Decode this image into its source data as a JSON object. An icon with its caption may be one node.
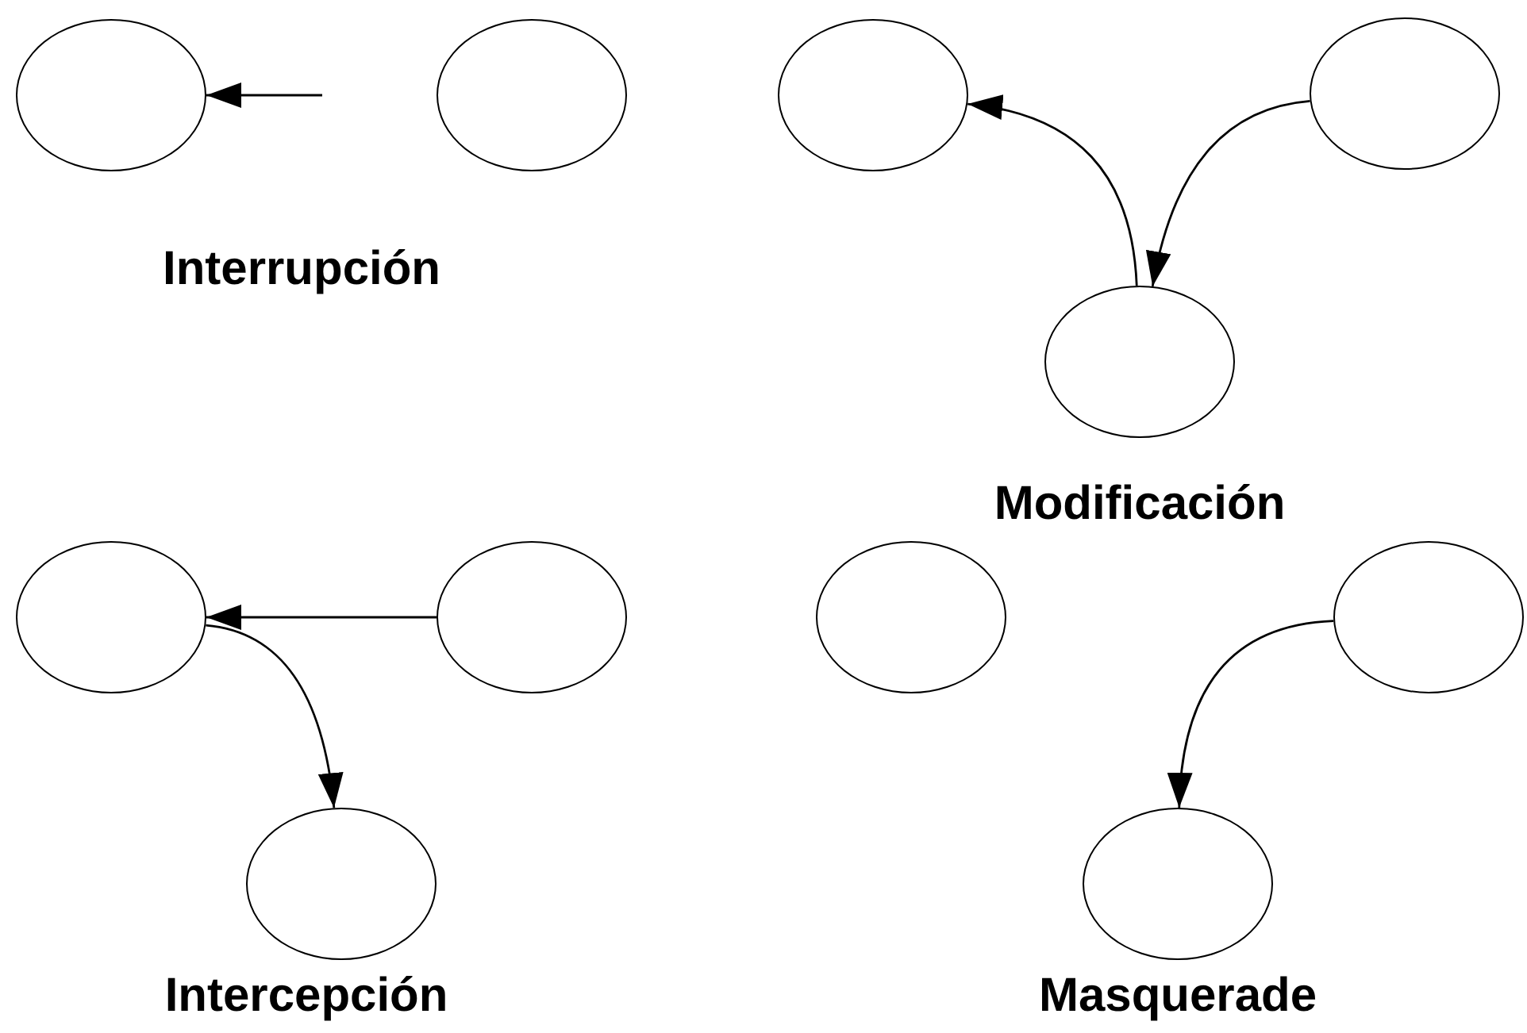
{
  "diagram": {
    "nodes": [
      {
        "text": [],
        "shape": "ellipse"
      },
      {
        "text": [],
        "shape": "ellipse"
      },
      {
        "text": [],
        "shape": "ellipse"
      },
      {
        "text": [],
        "shape": "ellipse"
      },
      {
        "text": [],
        "shape": "ellipse"
      },
      {
        "text": [],
        "shape": "ellipse"
      },
      {
        "text": [],
        "shape": "ellipse"
      },
      {
        "text": [],
        "shape": "ellipse"
      },
      {
        "text": [],
        "shape": "ellipse"
      },
      {
        "text": [],
        "shape": "ellipse"
      },
      {
        "text": [],
        "shape": "ellipse"
      }
    ],
    "edges": [
      {
        "from": null,
        "to": 0,
        "arrow": "to"
      },
      {
        "from": 3,
        "to": 4,
        "arrow": "to"
      },
      {
        "from": 4,
        "to": 2,
        "arrow": "to"
      },
      {
        "from": 6,
        "to": 5,
        "arrow": "to"
      },
      {
        "from": 5,
        "to": 7,
        "arrow": "to"
      },
      {
        "from": 9,
        "to": 10,
        "arrow": "to"
      }
    ],
    "labels": [
      "Interrupción",
      "Modificación",
      "Intercepción",
      "Masquerade"
    ]
  }
}
